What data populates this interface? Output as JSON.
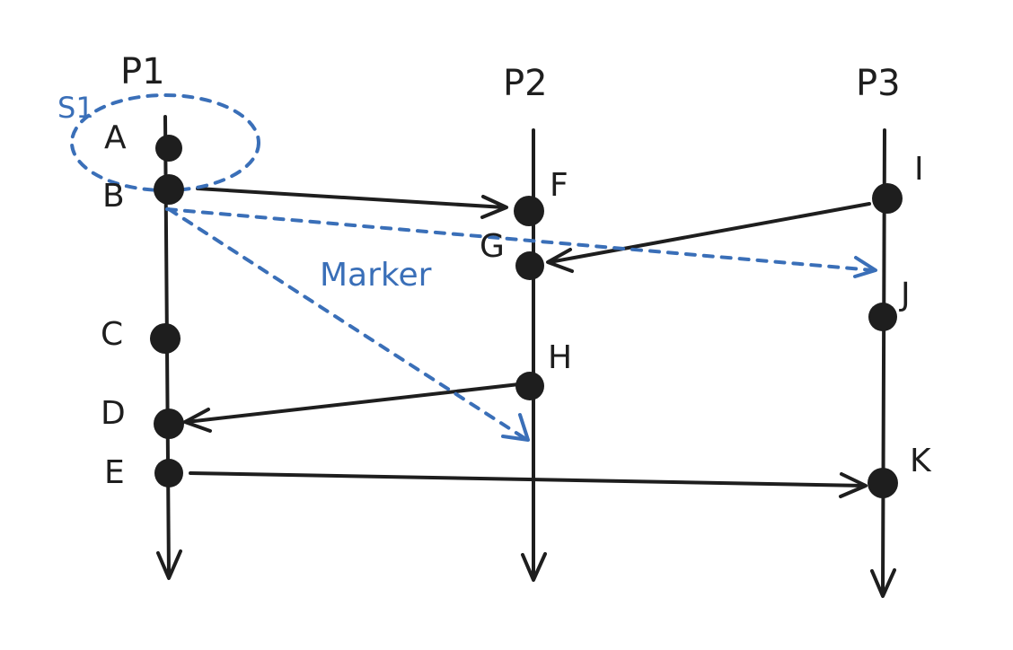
{
  "processes": [
    {
      "id": "p1",
      "label": "P1"
    },
    {
      "id": "p2",
      "label": "P2"
    },
    {
      "id": "p3",
      "label": "P3"
    }
  ],
  "events": {
    "A": "A",
    "B": "B",
    "C": "C",
    "D": "D",
    "E": "E",
    "F": "F",
    "G": "G",
    "H": "H",
    "I": "I",
    "J": "J",
    "K": "K"
  },
  "snapshot_label": "S1",
  "marker_label": "Marker",
  "colors": {
    "ink": "#1e1e1e",
    "marker": "#3a6fb8"
  }
}
